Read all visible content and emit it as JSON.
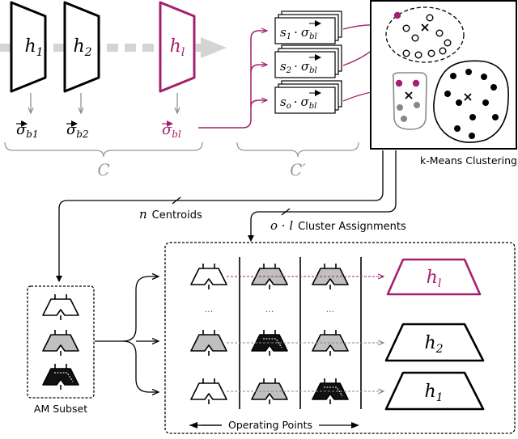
{
  "colors": {
    "accent": "#a3206e",
    "arrow_gray": "#888888",
    "band_gray": "#d4d4d4",
    "fill_gray": "#c0c0c0",
    "fill_dark": "#111111"
  },
  "top_models": [
    {
      "sym": "h",
      "sub": "1",
      "sigma": "σ",
      "sigma_sub": "b1"
    },
    {
      "sym": "h",
      "sub": "2",
      "sigma": "σ",
      "sigma_sub": "b2"
    },
    {
      "sym": "h",
      "sub": "l",
      "sigma": "σ",
      "sigma_sub": "bl"
    }
  ],
  "set_c": "C",
  "set_c_prime": "C′",
  "scaled_boxes": [
    {
      "s": "s",
      "s_sub": "1",
      "dot": "·",
      "sigma": "σ",
      "sigma_sub": "bl"
    },
    {
      "s": "s",
      "s_sub": "2",
      "dot": "·",
      "sigma": "σ",
      "sigma_sub": "bl"
    },
    {
      "s": "s",
      "s_sub": "o",
      "dot": "·",
      "sigma": "σ",
      "sigma_sub": "bl"
    }
  ],
  "clustering_label": "k-Means Clustering",
  "centroids": {
    "var": "n",
    "text": "Centroids"
  },
  "assignments": {
    "var": "o · l",
    "text": "Cluster Assignments"
  },
  "am_subset_label": "AM Subset",
  "operating_points_label": "Operating Points",
  "ellipsis": "...",
  "output_models": [
    {
      "sym": "h",
      "sub": "l"
    },
    {
      "sym": "h",
      "sub": "2"
    },
    {
      "sym": "h",
      "sub": "1"
    }
  ]
}
